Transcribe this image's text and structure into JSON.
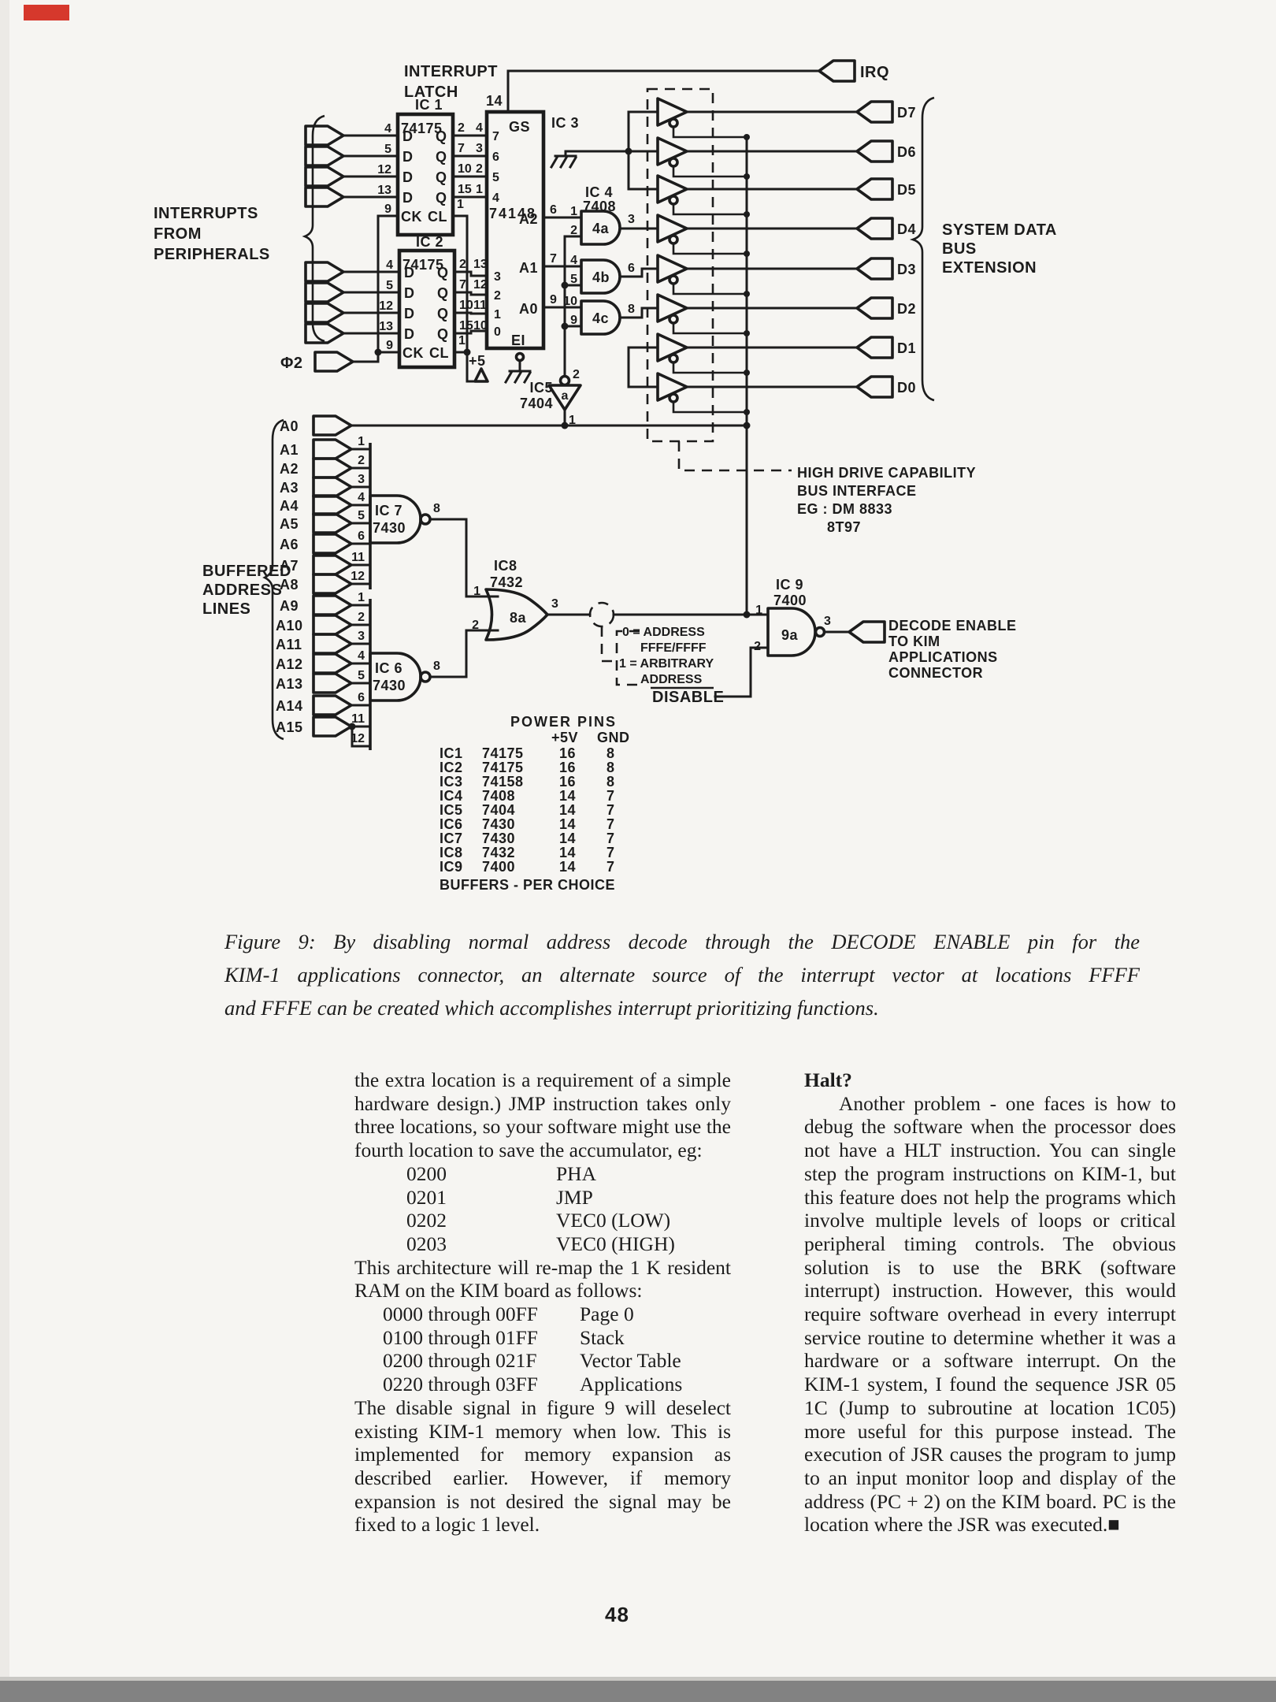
{
  "page": {
    "number": "48"
  },
  "caption": {
    "line1": "Figure 9: By disabling normal address decode through the DECODE ENABLE pin for the",
    "line2": "KIM-1 applications connector, an alternate source of the interrupt vector at locations FFFF",
    "line3": "and FFFE can be created which accomplishes interrupt prioritizing functions."
  },
  "article": {
    "left": {
      "p1": "the extra location is a requirement of a simple hardware design.) JMP instruction takes only three locations, so your software might use the fourth location to save the accumulator, eg:",
      "code": [
        [
          "0200",
          "PHA"
        ],
        [
          "0201",
          "JMP"
        ],
        [
          "0202",
          "VEC0 (LOW)"
        ],
        [
          "0203",
          "VEC0 (HIGH)"
        ]
      ],
      "p2": "This architecture will re-map the 1 K resident RAM on the KIM board as follows:",
      "map": [
        [
          "0000 through 00FF",
          "Page 0"
        ],
        [
          "0100 through 01FF",
          "Stack"
        ],
        [
          "0200 through 021F",
          "Vector Table"
        ],
        [
          "0220 through 03FF",
          "Applications"
        ]
      ],
      "p3": "The disable signal in figure 9 will deselect existing KIM-1 memory when low. This is implemented for memory expansion as described earlier. However, if memory expansion is not desired the signal may be fixed to a logic 1 level."
    },
    "right": {
      "heading": "Halt?",
      "p1": "Another problem - one faces is how to debug the software when the processor does not have a HLT instruction. You can single step the program instructions on KIM-1, but this feature does not help the programs which involve multiple levels of loops or critical peripheral timing controls. The obvious solution is to use the BRK (software interrupt) instruction. However, this would require software overhead in every interrupt service routine to determine whether it was a hardware or a software interrupt. On the KIM-1 system, I found the sequence JSR 05 1C (Jump to subroutine at location 1C05) more useful for this purpose instead. The execution of JSR causes the program to jump to an input monitor loop and display of the address (PC + 2) on the KIM board. PC is the location where the JSR was executed.■"
    }
  },
  "sch": {
    "top_label": [
      "INTERRUPT",
      "LATCH"
    ],
    "from_label": [
      "INTERRUPTS",
      "FROM",
      "PERIPHERALS"
    ],
    "addr_label": [
      "BUFFERED",
      "ADDRESS",
      "LINES"
    ],
    "bus_label": [
      "SYSTEM DATA",
      "BUS",
      "EXTENSION"
    ],
    "hdc_label": [
      "HIGH DRIVE CAPABILITY",
      "BUS INTERFACE",
      "EG : DM 8833",
      "8T97"
    ],
    "decode_label": [
      "DECODE ENABLE",
      "TO KIM",
      "APPLICATIONS",
      "CONNECTOR"
    ],
    "note_label": [
      "0 = ADDRESS",
      "FFFE/FFFF",
      "1 = ARBITRARY",
      "ADDRESS"
    ],
    "disable": "DISABLE",
    "irq": "IRQ",
    "phi2": "Φ2",
    "plus5": "+5",
    "d_lines": [
      "D7",
      "D6",
      "D5",
      "D4",
      "D3",
      "D2",
      "D1",
      "D0"
    ],
    "a_lines": [
      "A0",
      "A1",
      "A2",
      "A3",
      "A4",
      "A5",
      "A6",
      "A7",
      "A8",
      "A9",
      "A10",
      "A11",
      "A12",
      "A13",
      "A14",
      "A15"
    ],
    "ic1": {
      "name": "IC 1",
      "part": "74175"
    },
    "ic2": {
      "name": "IC 2",
      "part": "74175"
    },
    "latch": {
      "d": "D",
      "q": "Q",
      "ck": "CK",
      "cl": "CL",
      "d_pins": [
        "4",
        "5",
        "12",
        "13"
      ],
      "q_pins": [
        "2",
        "7",
        "10",
        "15"
      ],
      "ck_pin": "9",
      "cl_pin": "1"
    },
    "ic3": {
      "name": "IC 3",
      "part": "74148",
      "gs": "GS",
      "top_pin": "14",
      "ei": "EI",
      "in_top": [
        "7",
        "6",
        "5",
        "4"
      ],
      "in_top_pins": [
        "4",
        "3",
        "2",
        "1"
      ],
      "in_bot": [
        "3",
        "2",
        "1",
        "0"
      ],
      "in_bot_pins": [
        "13",
        "12",
        "11",
        "10"
      ],
      "a2": "A2",
      "a2_pin": "6",
      "a1": "A1",
      "a1_pin": "7",
      "a0": "A0",
      "a0_pin": "9"
    },
    "ic4": {
      "name": "IC 4",
      "part": "7408",
      "gates": [
        "4a",
        "4b",
        "4c"
      ],
      "g1_pins": [
        "1",
        "2",
        "3"
      ],
      "g2_pins": [
        "4",
        "5",
        "6"
      ],
      "g3_pins": [
        "10",
        "9",
        "8"
      ]
    },
    "ic5": {
      "name": "IC5",
      "part": "7404",
      "gate": "a",
      "in_pin": "1",
      "out_pin": "2"
    },
    "ic7": {
      "name": "IC 7",
      "part": "7430",
      "out_pin": "8"
    },
    "ic6": {
      "name": "IC 6",
      "part": "7430",
      "out_pin": "8"
    },
    "nand_pins": [
      "1",
      "2",
      "3",
      "4",
      "5",
      "6",
      "11",
      "12"
    ],
    "ic8": {
      "name": "IC8",
      "part": "7432",
      "gate": "8a",
      "pins": [
        "1",
        "2",
        "3"
      ]
    },
    "ic9": {
      "name": "IC 9",
      "part": "7400",
      "gate": "9a",
      "pins": [
        "1",
        "2",
        "3"
      ]
    },
    "power": {
      "title": "POWER PINS",
      "col_v": "+5V",
      "col_g": "GND",
      "rows": [
        [
          "IC1",
          "74175",
          "16",
          "8"
        ],
        [
          "IC2",
          "74175",
          "16",
          "8"
        ],
        [
          "IC3",
          "74158",
          "16",
          "8"
        ],
        [
          "IC4",
          "7408",
          "14",
          "7"
        ],
        [
          "IC5",
          "7404",
          "14",
          "7"
        ],
        [
          "IC6",
          "7430",
          "14",
          "7"
        ],
        [
          "IC7",
          "7430",
          "14",
          "7"
        ],
        [
          "IC8",
          "7432",
          "14",
          "7"
        ],
        [
          "IC9",
          "7400",
          "14",
          "7"
        ]
      ],
      "footer": "BUFFERS - PER CHOICE"
    }
  }
}
